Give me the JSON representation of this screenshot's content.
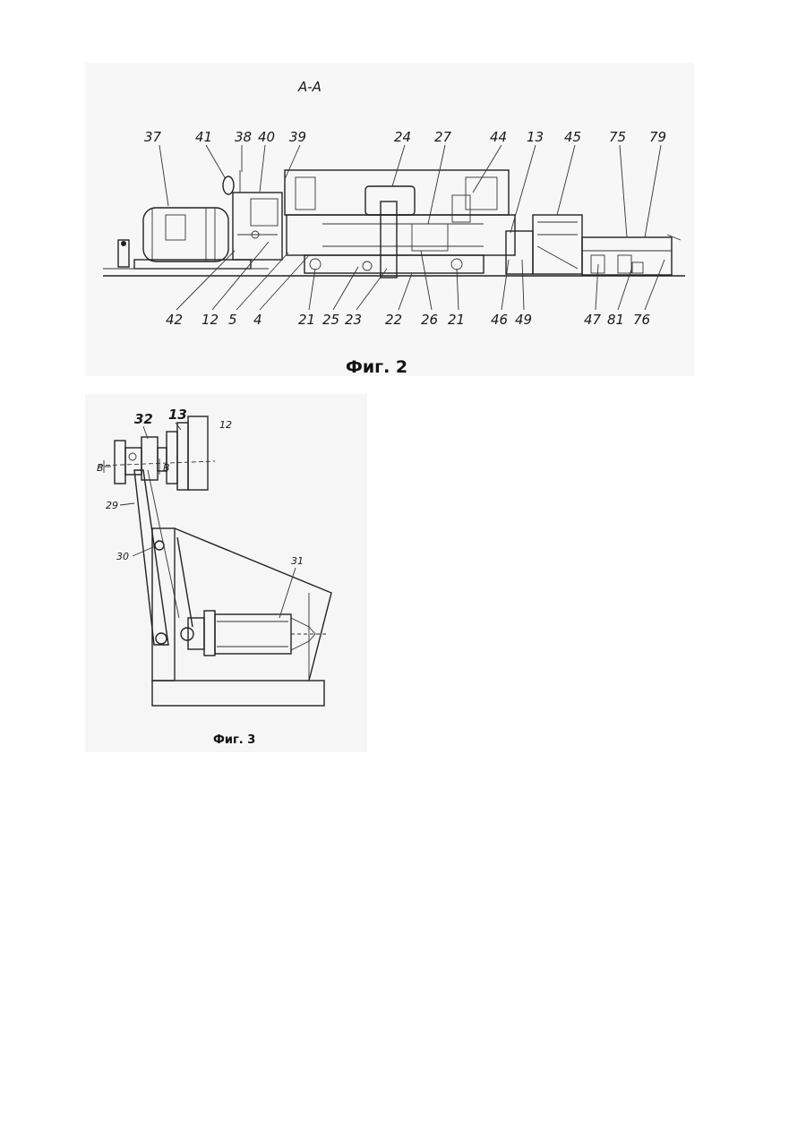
{
  "fig2": {
    "section_title": "A-A",
    "caption": "Фиг. 2",
    "top_labels": [
      "37",
      "41",
      "38",
      "40",
      "39",
      "24",
      "27",
      "44",
      "13",
      "45",
      "75",
      "79"
    ],
    "bottom_labels": [
      "42",
      "12",
      "5",
      "4",
      "21",
      "25",
      "23",
      "22",
      "26",
      "21",
      "46",
      "49",
      "47",
      "81",
      "76"
    ]
  },
  "fig3": {
    "caption": "Фиг. 3",
    "labels": [
      "32",
      "13",
      "12",
      "B",
      "B",
      "29",
      "30",
      "31"
    ]
  }
}
